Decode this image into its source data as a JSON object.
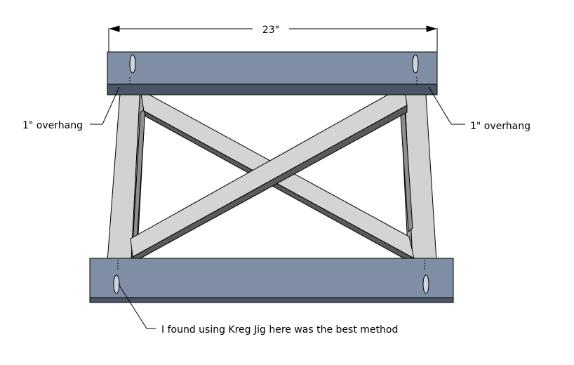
{
  "dimension": {
    "label": "23\""
  },
  "annotations": {
    "left_overhang": "1\" overhang",
    "right_overhang": "1\" overhang",
    "kreg_note": "I found using Kreg Jig here was the best method"
  },
  "colors": {
    "rail_top": "#7f8ea5",
    "rail_dark": "#4a5568",
    "post_light": "#d4d4d4",
    "post_shade": "#a8a8a8",
    "outline": "#000000",
    "background": "#ffffff"
  }
}
